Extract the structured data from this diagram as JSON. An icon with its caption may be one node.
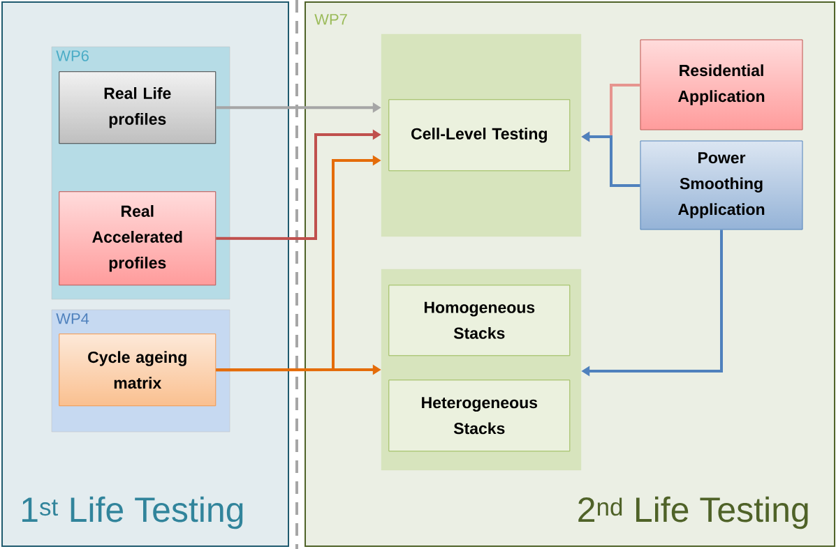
{
  "diagram": {
    "nodes": [
      {
        "text": [
          "1$^{st}$ Life Testing"
        ]
      },
      {
        "text": [
          "WP6"
        ],
        "in": 0
      },
      {
        "text": [
          "Real Life profiles"
        ],
        "in": 1
      },
      {
        "text": [
          "Real Accelerated profiles"
        ],
        "in": 1
      },
      {
        "text": [
          "WP4"
        ],
        "in": 0
      },
      {
        "text": [
          "Cycle ageing matrix"
        ],
        "in": 4
      },
      {
        "text": [
          "WP7",
          "2$^{nd}$  Life Testing"
        ]
      },
      {
        "text": [],
        "shape": "box",
        "in": 6
      },
      {
        "text": [
          "Cell-Level Testing"
        ],
        "in": 7
      },
      {
        "text": [
          "Residential Application"
        ],
        "in": 6
      },
      {
        "text": [
          "Power Smoothing Application"
        ],
        "in": 6
      },
      {
        "text": [],
        "shape": "box",
        "in": 6
      },
      {
        "text": [
          "Homogeneous Stacks"
        ],
        "in": 11
      },
      {
        "text": [
          "Heterogeneous Stacks"
        ],
        "in": 11
      }
    ],
    "edges": [
      {
        "from": 2,
        "to": 7,
        "arrow": "to",
        "color": "#a6a6a6"
      },
      {
        "from": 3,
        "to": 7,
        "arrow": "to",
        "color": "#c0504d"
      },
      {
        "from": 5,
        "to": 7,
        "arrow": "to",
        "color": "#e46c0a"
      },
      {
        "from": 5,
        "to": 11,
        "arrow": "to",
        "color": "#e46c0a"
      },
      {
        "from": 9,
        "to": 7,
        "arrow": "to",
        "color": "#e6958f"
      },
      {
        "from": 10,
        "to": 7,
        "arrow": "to",
        "color": "#4f81bd"
      },
      {
        "from": 10,
        "to": 11,
        "arrow": "to",
        "color": "#4f81bd"
      }
    ]
  }
}
